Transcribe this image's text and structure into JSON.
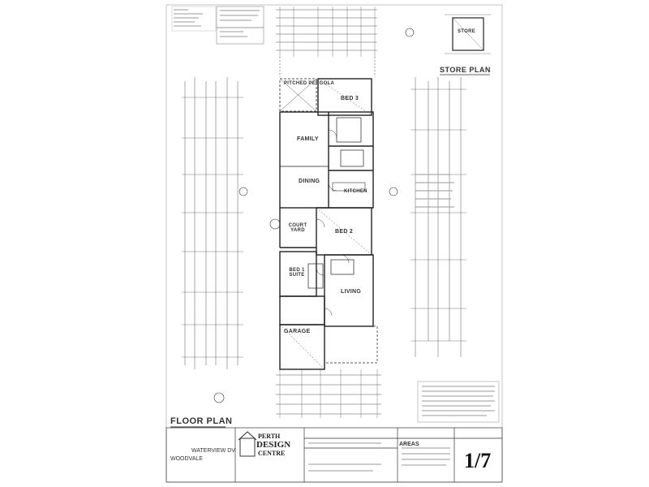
{
  "headings": {
    "floor_plan": "FLOOR PLAN",
    "store_plan": "STORE PLAN"
  },
  "rooms": {
    "pergola": "PITCHED PERGOLA",
    "bed_top": "BED 3",
    "family": "FAMILY",
    "dining": "DINING",
    "kitchen": "KITCHEN",
    "court_yard": "COURT YARD",
    "bed2": "BED 2",
    "bed1_suite": "BED 1 SUITE",
    "living": "LIVING",
    "garage": "GARAGE",
    "store": "STORE"
  },
  "title_block": {
    "address_line1": "WATERVIEW DV.",
    "address_line2": "WOODVALE",
    "logo_top": "PERTH",
    "logo_mid": "DESIGN",
    "logo_bot": "CENTRE",
    "areas_label": "AREAS",
    "sheet_number": "1/7"
  }
}
